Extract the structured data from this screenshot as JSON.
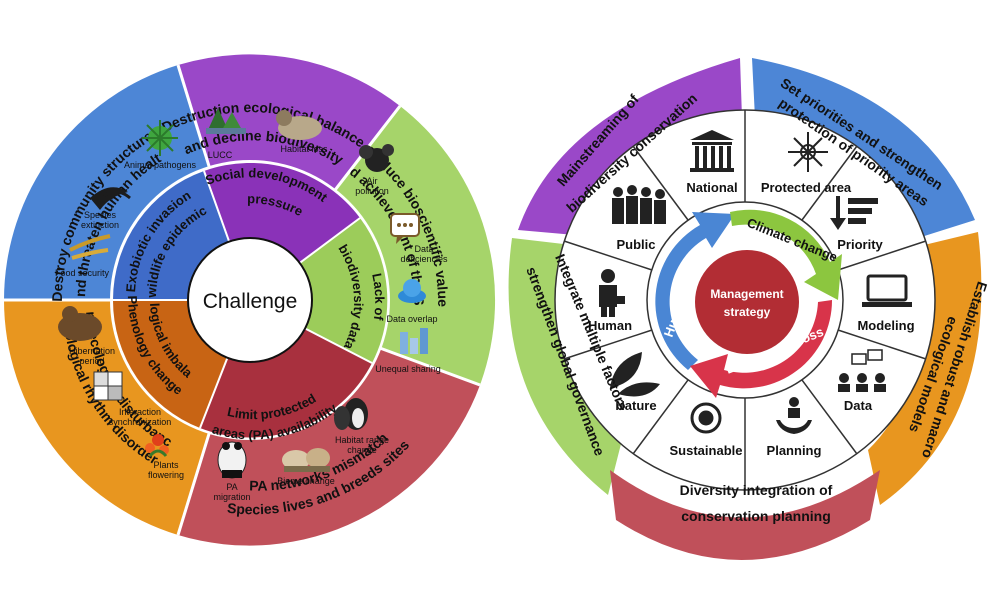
{
  "colors": {
    "blue": "#4d86d6",
    "purple": "#9a48c8",
    "green": "#a6d46a",
    "red": "#c0505a",
    "orange": "#e8961f",
    "center_red": "#b22d34"
  },
  "left": {
    "center_label": "Challenge",
    "inner": {
      "social_l1": "Social development",
      "social_l2": "pressure",
      "exo_l1": "Exobiotic invasion",
      "exo_l2": "wildlife epidemic",
      "lack_l1": "Lack of",
      "lack_l2": "biodiversity data",
      "pheno_l1": "Phenology change",
      "pheno_l2": "ecological imbalance",
      "limit_l1": "Limit protected",
      "limit_l2": "areas (PA) availability"
    },
    "outer": {
      "purple_l1": "Destruction ecological balance",
      "purple_l2": "and decline biodiversity",
      "blue_l1": "Destroy community structure",
      "blue_l2": "and threaten human health",
      "green_l1": "Reduce bioscientific value",
      "green_l2": "and achievement of the SDG",
      "orange_l1": "Biological rhythm disorder",
      "orange_l2": "and ecological disturbance",
      "red_l1": "PA networks mismatch",
      "red_l2": "Species lives and breeds sites"
    },
    "items": {
      "lucc": "LUCC",
      "habitat_loss": "Habitat loss",
      "air_pollution_l1": "Air",
      "air_pollution_l2": "pollution",
      "animal_pathogens": "Animal pathogens",
      "species_extinction_l1": "Species",
      "species_extinction_l2": "extinction",
      "food_security": "Food security",
      "data_deficiencies_l1": "Data",
      "data_deficiencies_l2": "deficiencies",
      "data_overlap": "Data overlap",
      "unequal_sharing": "Unequal sharing",
      "hibernation_l1": "Hibernation",
      "hibernation_l2": "period",
      "interaction_l1": "Interaction",
      "interaction_l2": "synchronization",
      "plants_l1": "Plants",
      "plants_l2": "flowering",
      "habitat_range_l1": "Habitat range",
      "habitat_range_l2": "change",
      "pa_migration_l1": "PA",
      "pa_migration_l2": "migration",
      "biome_change": "Biome change"
    }
  },
  "right": {
    "center_l1": "Management",
    "center_l2": "strategy",
    "cycle": {
      "human_activity": "Human activity",
      "climate_change": "Climate change",
      "biodiversity_loss": "Biodiversity loss"
    },
    "wheel": {
      "national": "National",
      "protected_area": "Protected area",
      "public": "Public",
      "priority": "Priority",
      "human": "Human",
      "modeling": "Modeling",
      "nature": "Nature",
      "data": "Data",
      "sustainable": "Sustainable",
      "planning": "Planning"
    },
    "outer": {
      "purple_l1": "Mainstreaming of",
      "purple_l2": "biodiversity conservation",
      "blue_l1": "Set priorities and strengthen",
      "blue_l2": "protection of priority areas",
      "green_l1": "Integrate multiple factors",
      "green_l2": "strengthen global governance",
      "orange_l1": "Establish robust and macro",
      "orange_l2": "ecological models",
      "red_l1": "Diversity integration of",
      "red_l2": "conservation planning"
    }
  }
}
